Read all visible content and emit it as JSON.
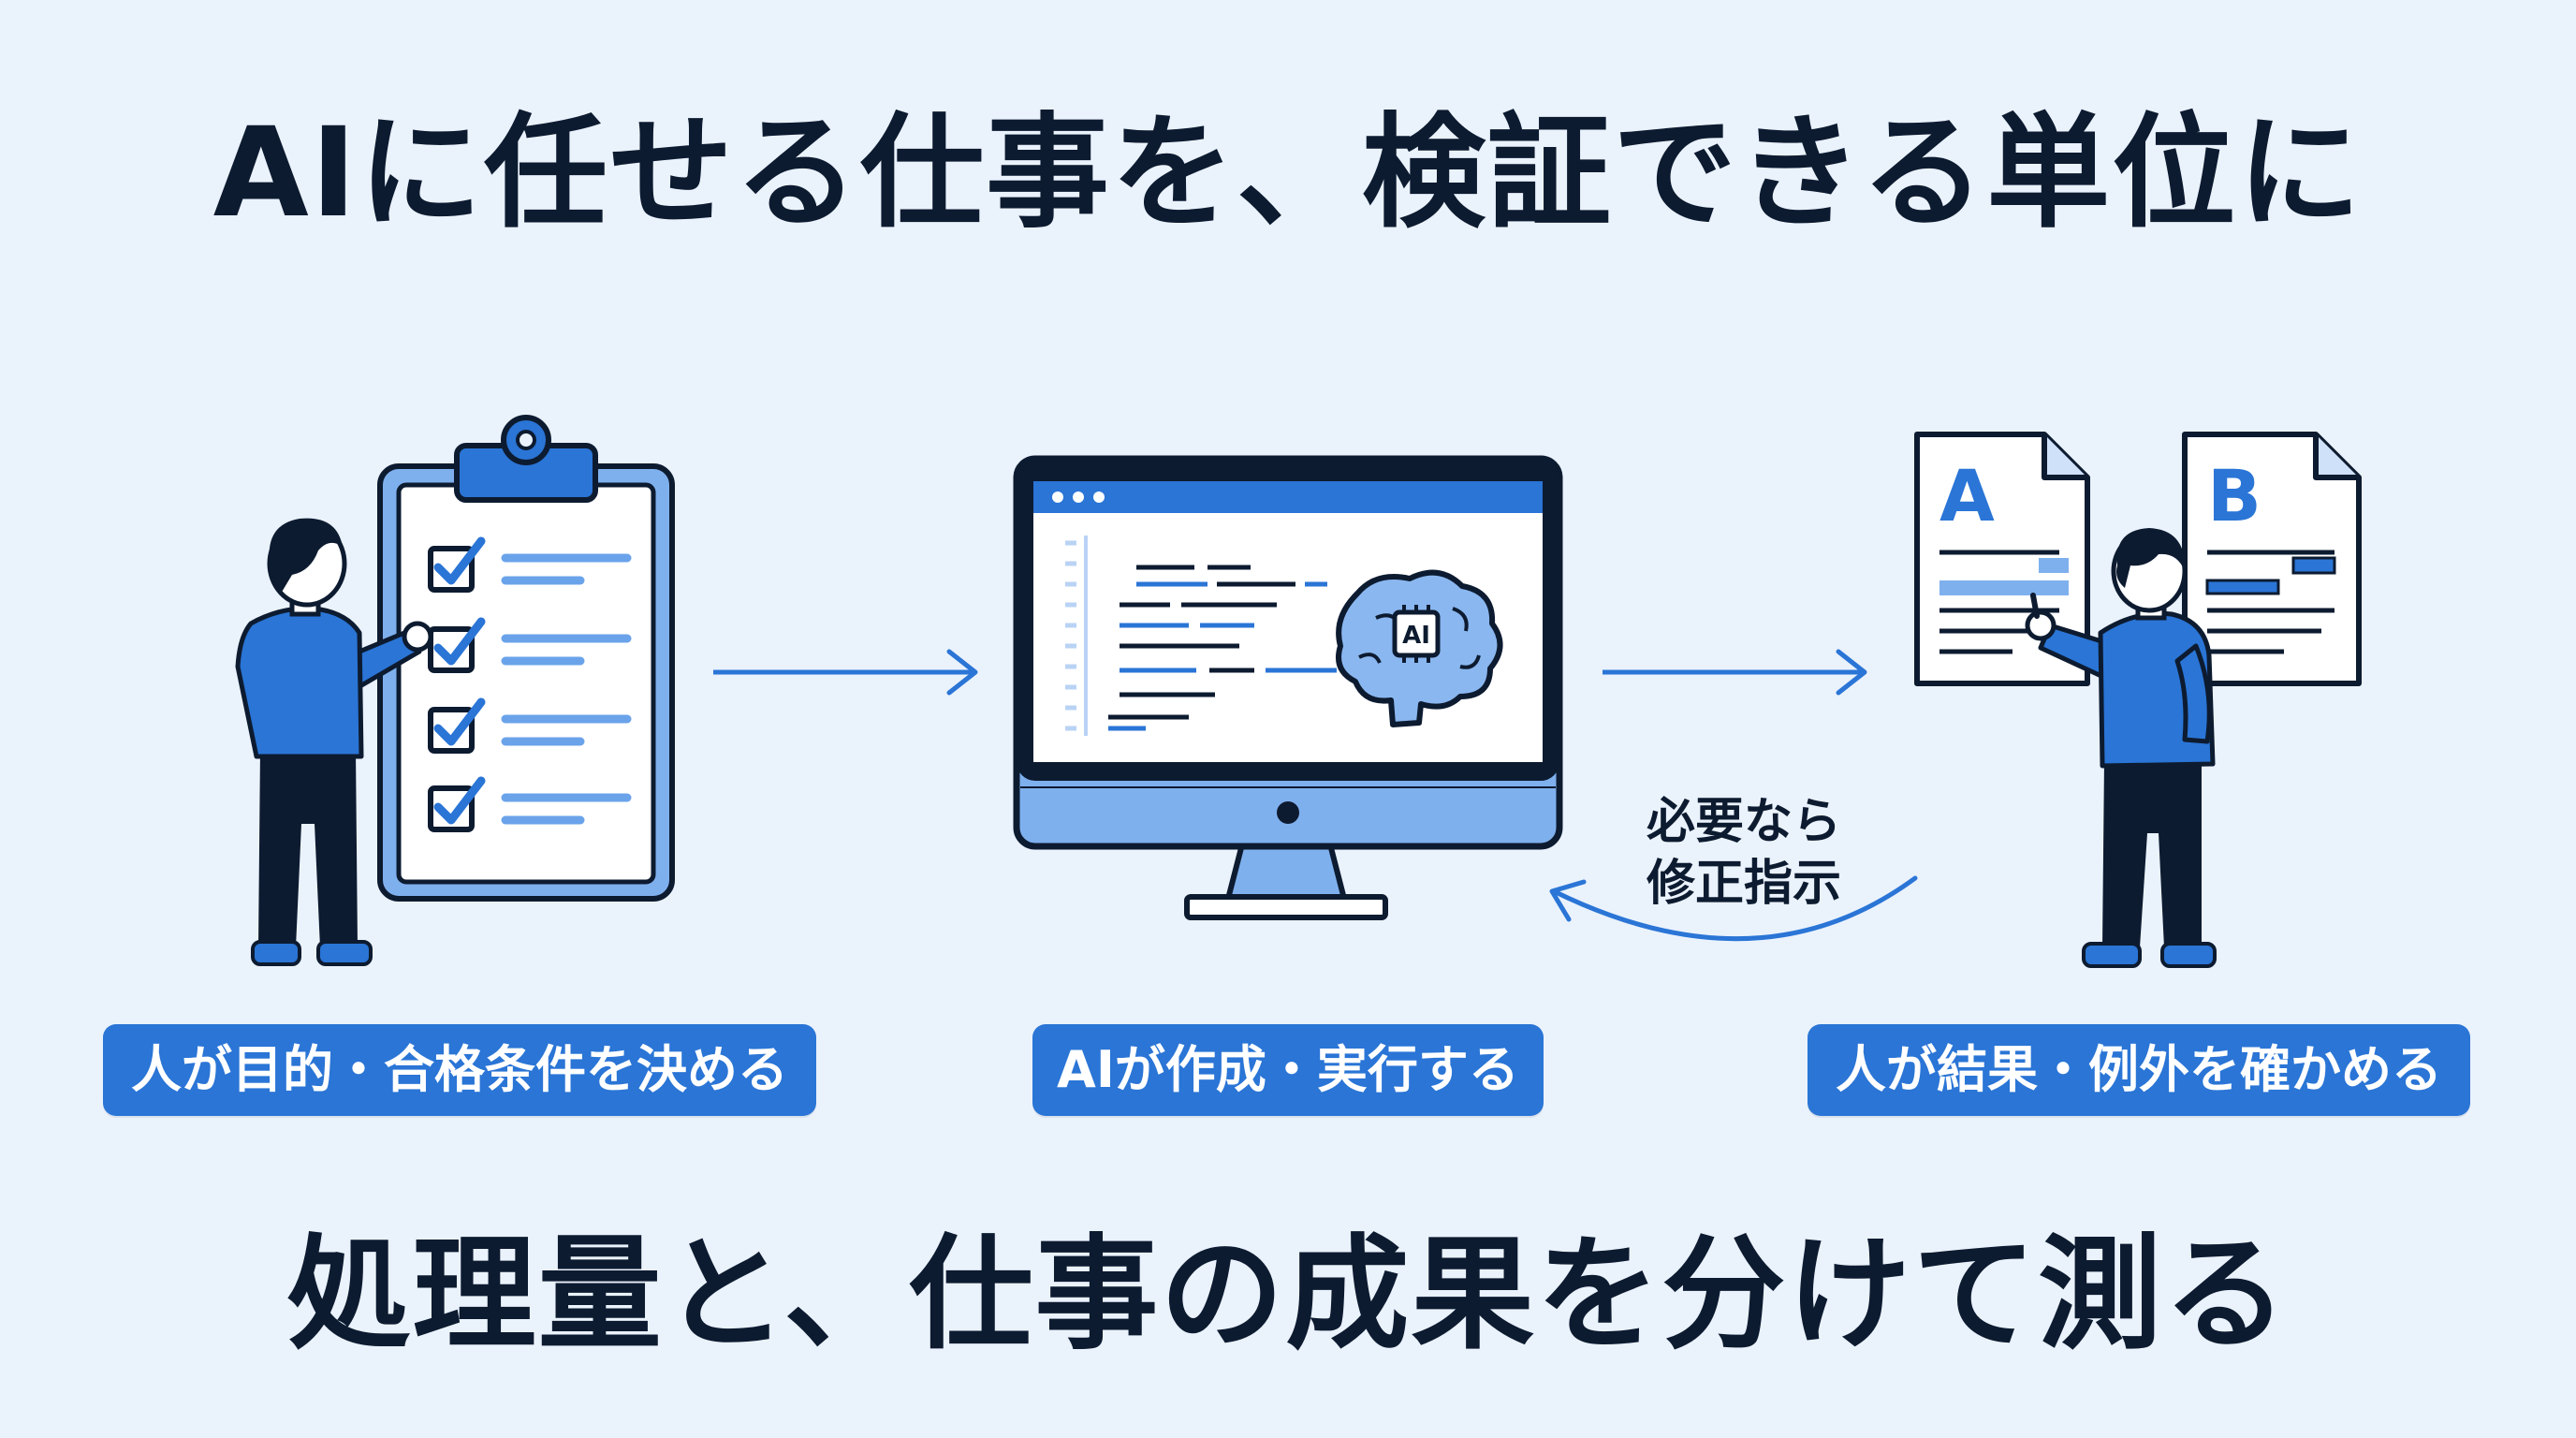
{
  "title": "AIに任せる仕事を、検証できる単位に",
  "subtitle": "処理量と、仕事の成果を分けて測る",
  "steps": [
    {
      "label": "人が目的・合格条件を決める"
    },
    {
      "label": "AIが作成・実行する"
    },
    {
      "label": "人が結果・例外を確かめる"
    }
  ],
  "feedback": {
    "line1": "必要なら",
    "line2": "修正指示"
  },
  "monitor": {
    "chip_label": "AI"
  },
  "documents": {
    "doc_a_letter": "A",
    "doc_b_letter": "B"
  },
  "colors": {
    "background": "#eaf2fc",
    "accent": "#2a75d6",
    "dark": "#0d1b30",
    "light_blue": "#7fb0ee"
  },
  "icons": [
    "checklist-clipboard-icon",
    "person-icon",
    "monitor-icon",
    "ai-brain-icon",
    "document-a-icon",
    "document-b-icon",
    "arrow-right-icon",
    "feedback-arrow-icon"
  ]
}
